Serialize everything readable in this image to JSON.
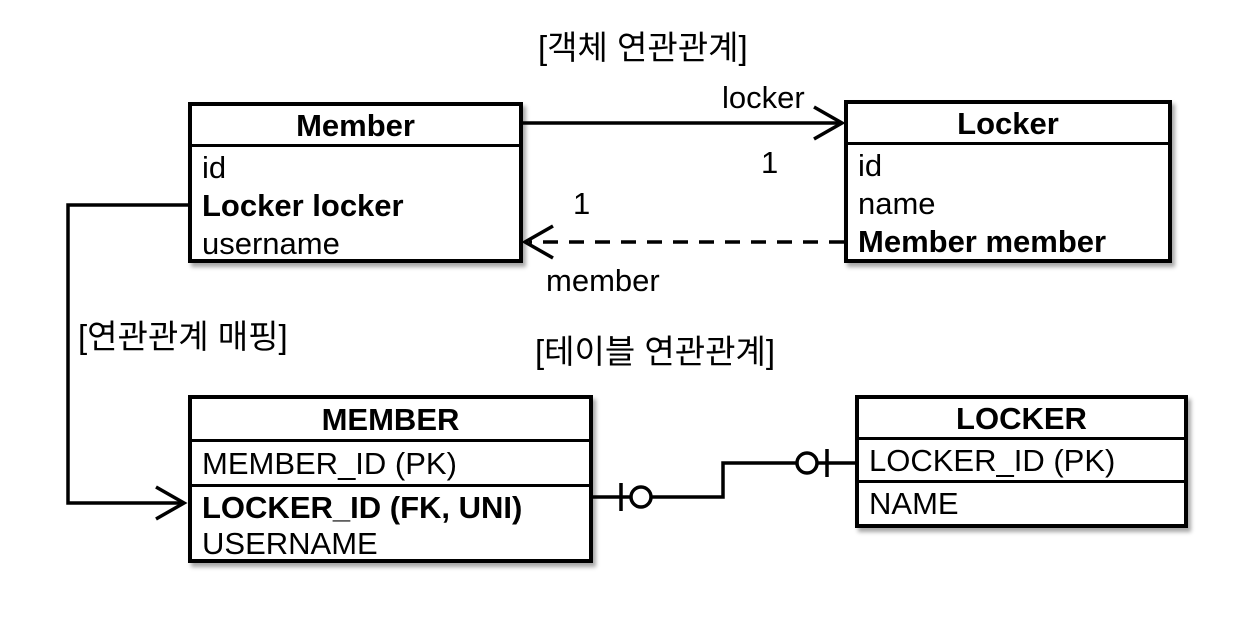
{
  "colors": {
    "line": "#000000",
    "text": "#000000",
    "background": "#ffffff",
    "box_fill": "#ffffff",
    "shadow": "rgba(0,0,0,0.35)"
  },
  "labels": {
    "object_section": "[객체 연관관계]",
    "mapping_section": "[연관관계 매핑]",
    "table_section": "[테이블 연관관계]",
    "locker_ref": "locker",
    "member_ref": "member",
    "locker_multiplicity": "1",
    "member_multiplicity": "1"
  },
  "member_class": {
    "title": "Member",
    "fields": [
      "id",
      "Locker locker",
      "username"
    ]
  },
  "locker_class": {
    "title": "Locker",
    "fields": [
      "id",
      "name",
      "Member member"
    ]
  },
  "member_table": {
    "title": "MEMBER",
    "pk_row": "MEMBER_ID (PK)",
    "fk_row": "LOCKER_ID (FK, UNI)",
    "col_row": "USERNAME"
  },
  "locker_table": {
    "title": "LOCKER",
    "pk_row": "LOCKER_ID (PK)",
    "col_row": "NAME"
  }
}
